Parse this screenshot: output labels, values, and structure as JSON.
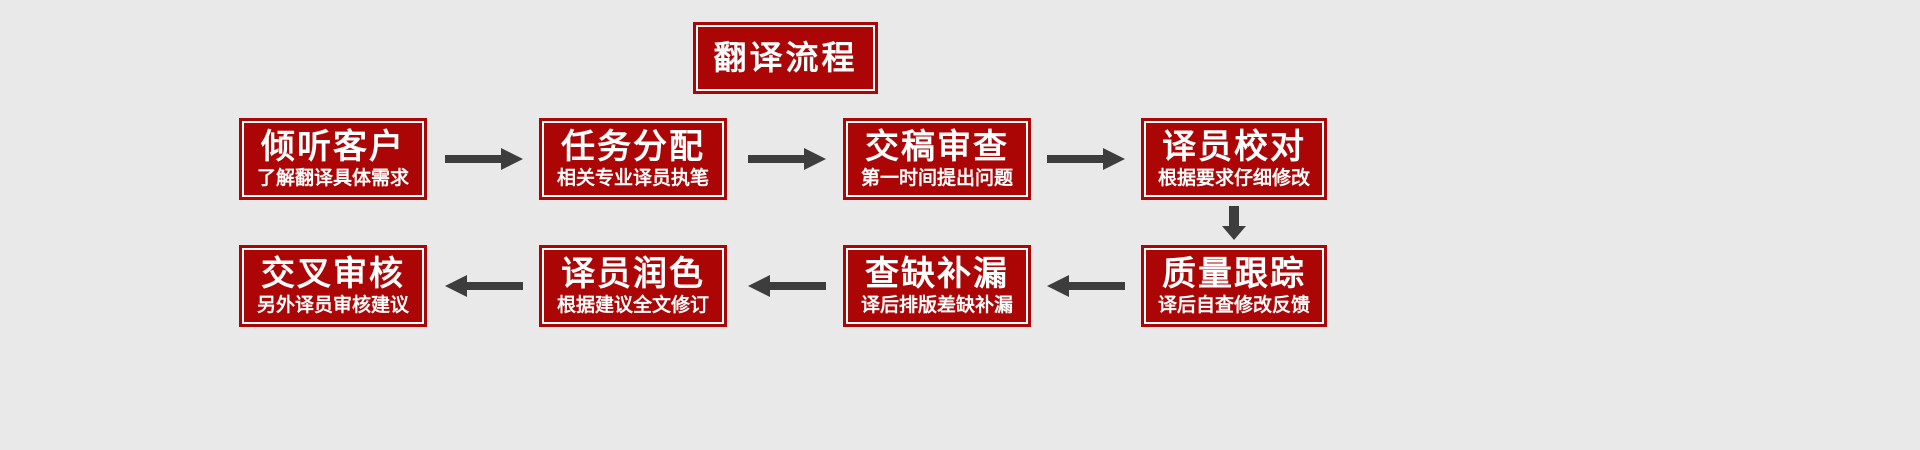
{
  "page": {
    "background_color": "#e9e9e9",
    "box_fill_color": "#ac0505",
    "box_border_color": "#ffffff",
    "arrow_color": "#3d3d3d",
    "text_color": "#ffffff"
  },
  "header": {
    "title": "翻译流程"
  },
  "flow": {
    "row1": [
      {
        "title": "倾听客户",
        "sub": "了解翻译具体需求"
      },
      {
        "title": "任务分配",
        "sub": "相关专业译员执笔"
      },
      {
        "title": "交稿审查",
        "sub": "第一时间提出问题"
      },
      {
        "title": "译员校对",
        "sub": "根据要求仔细修改"
      }
    ],
    "row2": [
      {
        "title": "交叉审核",
        "sub": "另外译员审核建议"
      },
      {
        "title": "译员润色",
        "sub": "根据建议全文修订"
      },
      {
        "title": "查缺补漏",
        "sub": "译后排版差缺补漏"
      },
      {
        "title": "质量跟踪",
        "sub": "译后自查修改反馈"
      }
    ],
    "connectors": [
      {
        "name": "arrow-row1-1to2",
        "direction": "right"
      },
      {
        "name": "arrow-row1-2to3",
        "direction": "right"
      },
      {
        "name": "arrow-row1-3to4",
        "direction": "right"
      },
      {
        "name": "arrow-row1-to-row2",
        "direction": "down"
      },
      {
        "name": "arrow-row2-4to3",
        "direction": "left"
      },
      {
        "name": "arrow-row2-3to2",
        "direction": "left"
      },
      {
        "name": "arrow-row2-2to1",
        "direction": "left"
      }
    ]
  }
}
